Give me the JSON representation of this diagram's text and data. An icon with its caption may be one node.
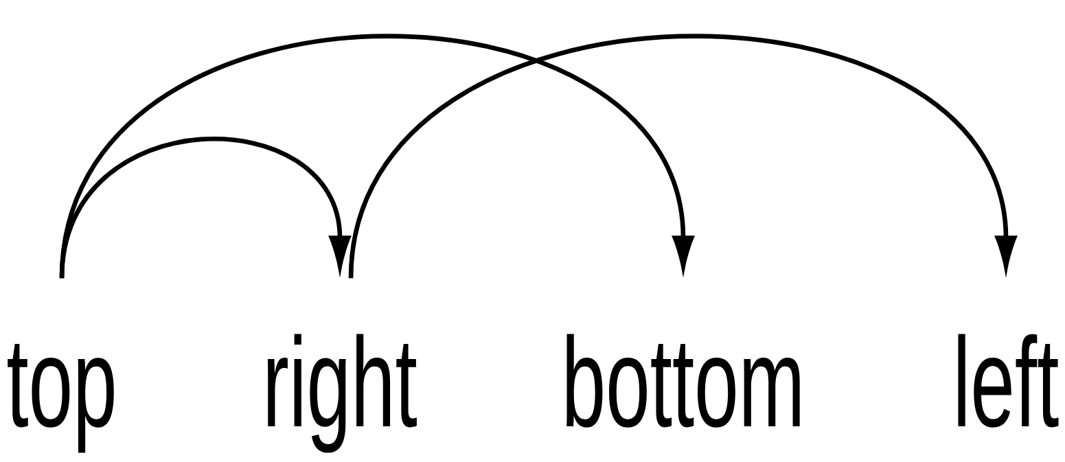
{
  "diagram": {
    "nodes": [
      {
        "text": [
          "top"
        ]
      },
      {
        "text": [
          "right"
        ]
      },
      {
        "text": [
          "bottom"
        ]
      },
      {
        "text": [
          "left"
        ]
      }
    ],
    "edges": [
      {
        "from": 0,
        "to": 1,
        "arrow": "to"
      },
      {
        "from": 0,
        "to": 2,
        "arrow": "to"
      },
      {
        "from": 1,
        "to": 3,
        "arrow": "to"
      }
    ]
  }
}
